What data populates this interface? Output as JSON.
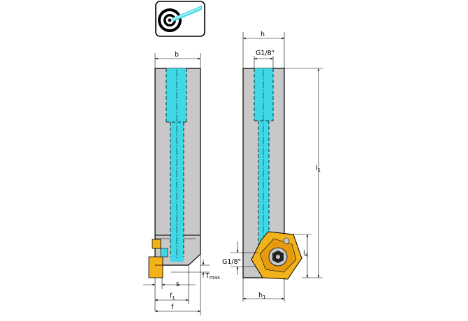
{
  "icon": {
    "name": "internal-coolant-target-icon"
  },
  "colors": {
    "body": "#c8c8c8",
    "coolant": "#3fd8e6",
    "insert": "#f2b21b",
    "outline": "#000000",
    "icon_bg": "#ffffff"
  },
  "left_view": {
    "label_b": "b",
    "label_s": "s",
    "label_tmax": "T",
    "label_tmax_sub": "max",
    "label_f1": "f",
    "label_f1_sub": "1",
    "label_f": "f"
  },
  "right_view": {
    "label_h": "h",
    "label_g_top": "G1/8\"",
    "label_l1": "l",
    "label_l1_sub": "1",
    "label_l4": "l",
    "label_l4_sub": "4",
    "label_g_side": "G1/8\"",
    "label_h1": "h",
    "label_h1_sub": "1"
  }
}
